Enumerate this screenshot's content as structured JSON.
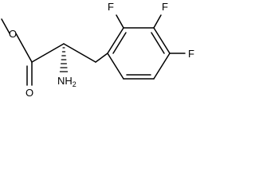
{
  "molecule": {
    "atoms": {
      "f_top_left": "F",
      "f_top_right": "F",
      "f_right": "F",
      "o_ether": "O",
      "o_carbonyl": "O",
      "amine_n": "NH",
      "amine_sub": "2"
    }
  }
}
